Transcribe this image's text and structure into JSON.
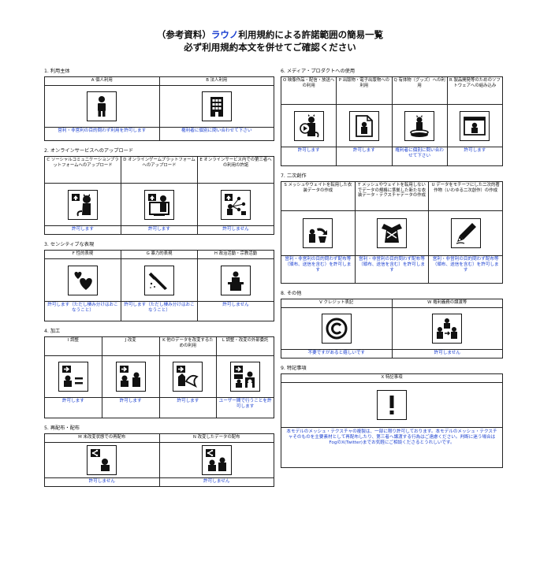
{
  "title": {
    "part1": "（参考資料）",
    "part2": "ラウノ",
    "part3": "利用規約による許諾範囲の簡易一覧",
    "line2": "必ず利用規約本文を併せてご確認ください"
  },
  "sections": {
    "s1": {
      "title": "1. 利用主体",
      "cells": [
        {
          "head": "A 個人利用",
          "perm": "営利・非営利の目的問わず利用を許可します",
          "icon": "person-icon"
        },
        {
          "head": "B 法人利用",
          "perm": "権利者に個別に問い合わせて下さい",
          "icon": "building-icon"
        }
      ]
    },
    "s2": {
      "title": "2. オンラインサービスへのアップロード",
      "cells": [
        {
          "head": "C ソーシャルコミュニケーションプラットフォームへのアップロード",
          "perm": "許可します",
          "icon": "sns-upload-icon"
        },
        {
          "head": "D オンラインゲームプラットフォームへのアップロード",
          "perm": "許可します",
          "icon": "game-upload-icon"
        },
        {
          "head": "E オンラインサービス内での第三者への利用の許諾",
          "perm": "許可しません",
          "icon": "third-party-license-icon"
        }
      ]
    },
    "s3": {
      "title": "3. センシティブな表現",
      "cells": [
        {
          "head": "F 性的表現",
          "perm": "許可します（ただし棲み分けはおこなうこと）",
          "icon": "hearts-icon"
        },
        {
          "head": "G 暴力的表現",
          "perm": "許可します（ただし棲み分けはおこなうこと）",
          "icon": "knife-icon"
        },
        {
          "head": "H 政治活動・宗教活動",
          "perm": "許可しません",
          "icon": "podium-icon"
        }
      ]
    },
    "s4": {
      "title": "4. 加工",
      "cells": [
        {
          "head": "I 調整",
          "perm": "許可します",
          "icon": "adjust-icon"
        },
        {
          "head": "J 改変",
          "perm": "許可します",
          "icon": "modify-icon"
        },
        {
          "head": "K 他のデータを改変するための利用",
          "perm": "許可します",
          "icon": "reuse-parts-icon"
        },
        {
          "head": "L 調整・改変の外部委託",
          "perm": "ユーザー間で行うことを許可します",
          "icon": "outsource-icon"
        }
      ]
    },
    "s5": {
      "title": "5. 再配布・配布",
      "cells": [
        {
          "head": "M 未改変状態での再配布",
          "perm": "許可しません",
          "icon": "redistribute-icon"
        },
        {
          "head": "N 改変したデータの配布",
          "perm": "許可しません",
          "icon": "distribute-modified-icon"
        }
      ]
    },
    "s6": {
      "title": "6. メディア・プロダクトへの使用",
      "cells": [
        {
          "head": "O 映像作品・配信・放送への利用",
          "perm": "許可します",
          "icon": "video-icon"
        },
        {
          "head": "P 出版物・電子出版物への利用",
          "perm": "許可します",
          "icon": "publication-icon"
        },
        {
          "head": "Q 有体物（グッズ）への利用",
          "perm": "権利者に個別に問い合わせて下さい",
          "icon": "goods-icon"
        },
        {
          "head": "R 製品開発等のためのソフトウェアへの組み込み",
          "perm": "許可します",
          "icon": "software-icon"
        }
      ]
    },
    "s7": {
      "title": "7. 二次創作",
      "cells": [
        {
          "head": "S メッシュやウェイトを転用した衣装データの作成",
          "perm": "営利・非営利の目的問わず配布等（頒布、送信を含む）を許可します",
          "icon": "recycle-cloth-icon"
        },
        {
          "head": "T メッシュやウェイトを転用しないでデータの規格に準拠した新たな衣装データ・テクスチャデータの作成",
          "perm": "営利・非営利の目的問わず配布等（頒布、送信を含む）を許可します",
          "icon": "new-cloth-icon"
        },
        {
          "head": "U データをモチーフにした二次的著作物（いわゆる二次創作）の作成",
          "perm": "営利・非営利の目的問わず配布等（頒布、送信を含む）を許可します",
          "icon": "pen-icon"
        }
      ]
    },
    "s8": {
      "title": "8. その他",
      "cells": [
        {
          "head": "V クレジット表記",
          "perm": "不要ですがあると嬉しいです",
          "icon": "copyright-icon"
        },
        {
          "head": "W 権利義務の譲渡等",
          "perm": "許可しません",
          "icon": "transfer-icon"
        }
      ]
    },
    "s9": {
      "title": "9. 特記事項",
      "cells": [
        {
          "head": "X 特記事項",
          "perm": "本モデルのメッシュ・テクスチャの複製は、一部に限り許可しております。本モデルのメッシュ・テクスチャそのものを主要素材として再配布したり、第三者へ譲渡する行為はご遠慮ください。判断に迷う場合はFogのX(Twitter)までお気軽にご相談くださるとうれしいです。",
          "icon": "exclamation-icon"
        }
      ]
    }
  },
  "colors": {
    "accent": "#1a3fd0",
    "text": "#111111"
  }
}
